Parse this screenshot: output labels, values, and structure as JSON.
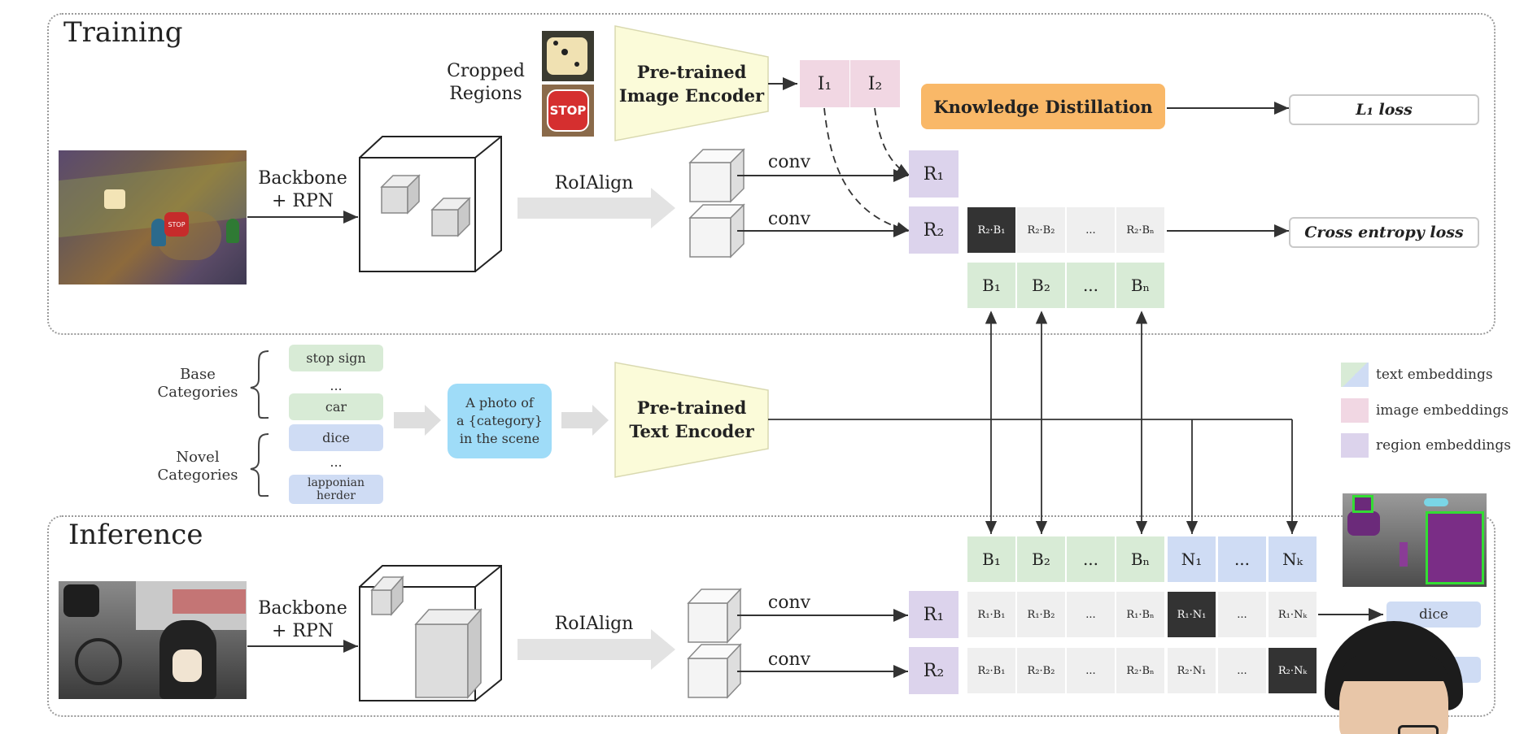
{
  "training": {
    "title": "Training",
    "cropped_regions": "Cropped\nRegions",
    "backbone": "Backbone\n+ RPN",
    "roialign": "RoIAlign",
    "conv1": "conv",
    "conv2": "conv",
    "image_encoder": "Pre-trained\nImage Encoder",
    "img_emb": [
      "I₁",
      "I₂"
    ],
    "knowledge_distillation": "Knowledge Distillation",
    "l1_loss": "L₁ loss",
    "ce_loss": "Cross entropy loss",
    "r1": "R₁",
    "r2": "R₂",
    "score_cells": [
      "R₂·B₁",
      "R₂·B₂",
      "...",
      "R₂·Bₙ"
    ],
    "base_cells": [
      "B₁",
      "B₂",
      "...",
      "Bₙ"
    ],
    "stop_sign_text": "STOP"
  },
  "text_branch": {
    "base_label": "Base\nCategories",
    "novel_label": "Novel\nCategories",
    "base_items": [
      "stop sign",
      "...",
      "car"
    ],
    "novel_items": [
      "dice",
      "...",
      "lapponian\nherder"
    ],
    "prompt": "A photo of\na {category}\nin the scene",
    "text_encoder": "Pre-trained\nText Encoder"
  },
  "legend": {
    "items": [
      {
        "label": "text embeddings",
        "color": "#d8ebd6"
      },
      {
        "label": "image embeddings",
        "color": "#f1d7e3"
      },
      {
        "label": "region embeddings",
        "color": "#dcd3ec"
      }
    ]
  },
  "inference": {
    "title": "Inference",
    "backbone": "Backbone\n+ RPN",
    "roialign": "RoIAlign",
    "conv1": "conv",
    "conv2": "conv",
    "r1": "R₁",
    "r2": "R₂",
    "emb_cells": [
      "B₁",
      "B₂",
      "...",
      "Bₙ",
      "N₁",
      "...",
      "Nₖ"
    ],
    "row1": [
      "R₁·B₁",
      "R₁·B₂",
      "...",
      "R₁·Bₙ",
      "R₁·N₁",
      "...",
      "R₁·Nₖ"
    ],
    "row2": [
      "R₂·B₁",
      "R₂·B₂",
      "...",
      "R₂·Bₙ",
      "R₂·N₁",
      "...",
      "R₂·Nₖ"
    ],
    "output_label": "dice"
  },
  "colors": {
    "text_emb": "#d8ebd6",
    "novel_emb": "#cfdcf4",
    "image_emb": "#f1d7e3",
    "region_emb": "#dcd3ec",
    "encoder": "#fbfbd9",
    "distill": "#f9b868",
    "prompt": "#9fdcf8",
    "highlight": "#333333"
  }
}
